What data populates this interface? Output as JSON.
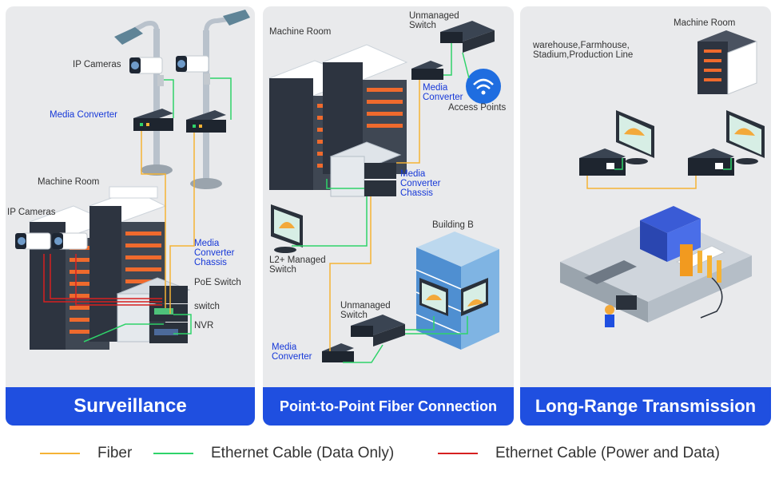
{
  "panels": [
    {
      "title": "Surveillance",
      "labels": {
        "ip_cameras_top": "IP Cameras",
        "media_converter": "Media Converter",
        "machine_room": "Machine Room",
        "ip_cameras_left": "IP Cameras",
        "media_converter_chassis": "Media\nConverter\nChassis",
        "poe_switch": "PoE Switch",
        "switch": "switch",
        "nvr": "NVR"
      }
    },
    {
      "title": "Point-to-Point Fiber Connection",
      "labels": {
        "machine_room": "Machine Room",
        "unmanaged_switch_top": "Unmanaged\nSwitch",
        "media_converter_top": "Media\nConverter",
        "access_points": "Access Points",
        "media_converter_chassis": "Media\nConverter\nChassis",
        "l2_managed_switch": "L2+ Managed\nSwitch",
        "building_b": "Building B",
        "unmanaged_switch_bottom": "Unmanaged\nSwitch",
        "media_converter_bottom": "Media\nConverter"
      }
    },
    {
      "title": "Long-Range Transmission",
      "labels": {
        "sites": "warehouse,Farmhouse,\nStadium,Production Line",
        "machine_room": "Machine Room"
      }
    }
  ],
  "legend": [
    {
      "label": "Fiber",
      "color": "#f5b335"
    },
    {
      "label": "Ethernet Cable (Data Only)",
      "color": "#2fd36a"
    },
    {
      "label": "Ethernet Cable (Power and Data)",
      "color": "#d62020"
    }
  ],
  "colors": {
    "banner": "#1f4fe0",
    "label_blue": "#1638d8",
    "fiber": "#f5b335",
    "ethernet": "#2fd36a",
    "poe": "#d62020"
  }
}
